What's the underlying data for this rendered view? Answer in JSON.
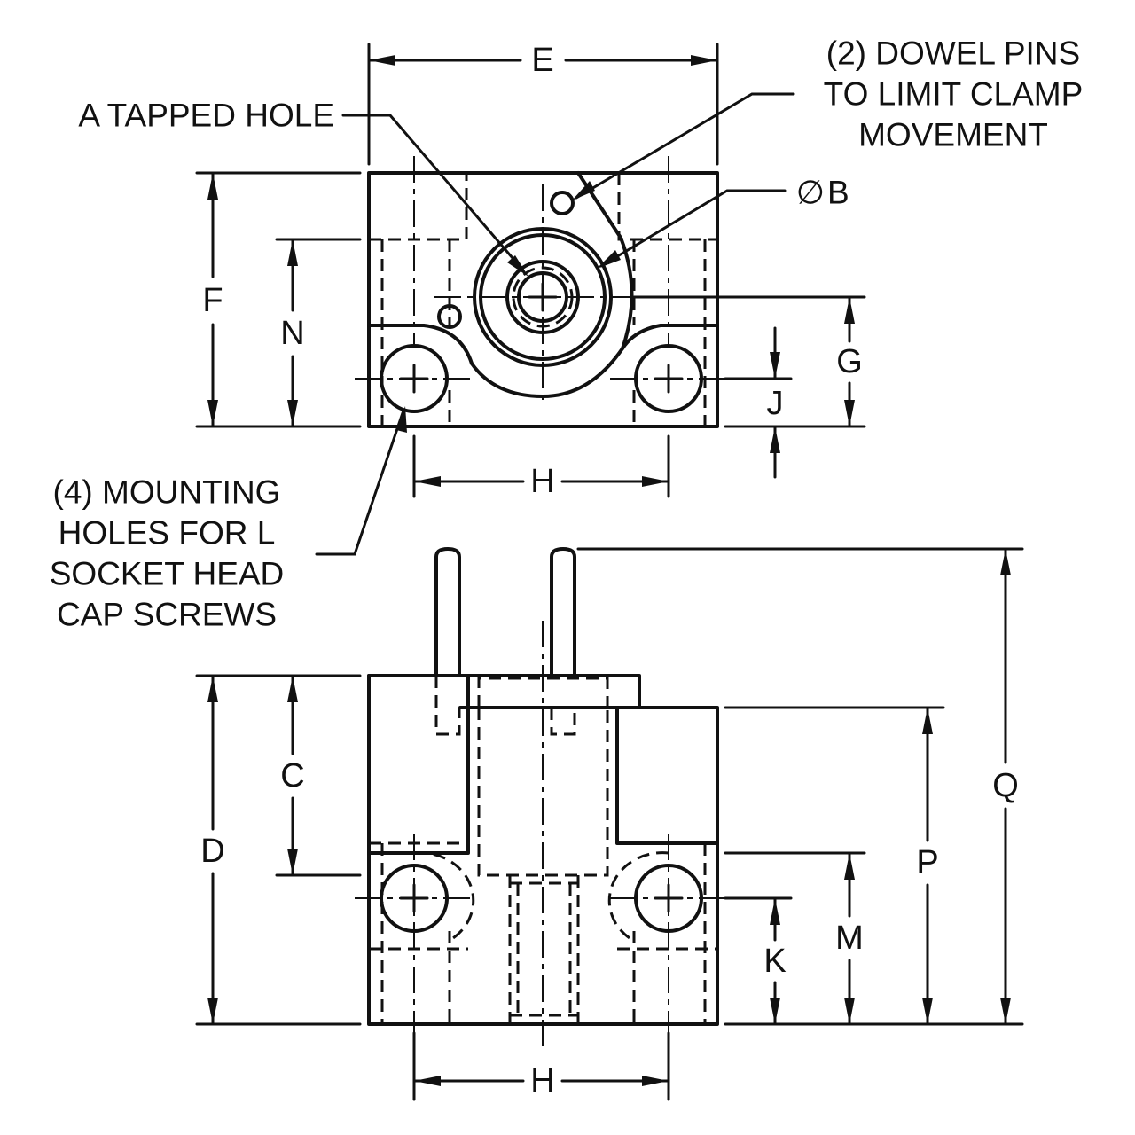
{
  "dimensions": {
    "top_view": {
      "E": "E",
      "F": "F",
      "N": "N",
      "G": "G",
      "J": "J",
      "H": "H",
      "B": "B"
    },
    "front_view": {
      "C": "C",
      "D": "D",
      "K": "K",
      "M": "M",
      "P": "P",
      "Q": "Q",
      "H": "H"
    }
  },
  "diameter_symbol": "∅",
  "callouts": {
    "tapped_hole": [
      "A TAPPED HOLE"
    ],
    "dowel_pins": [
      "(2) DOWEL PINS",
      "TO LIMIT CLAMP",
      "MOVEMENT"
    ],
    "mounting_holes": [
      "(4) MOUNTING",
      "HOLES FOR L",
      "SOCKET HEAD",
      "CAP SCREWS"
    ]
  }
}
